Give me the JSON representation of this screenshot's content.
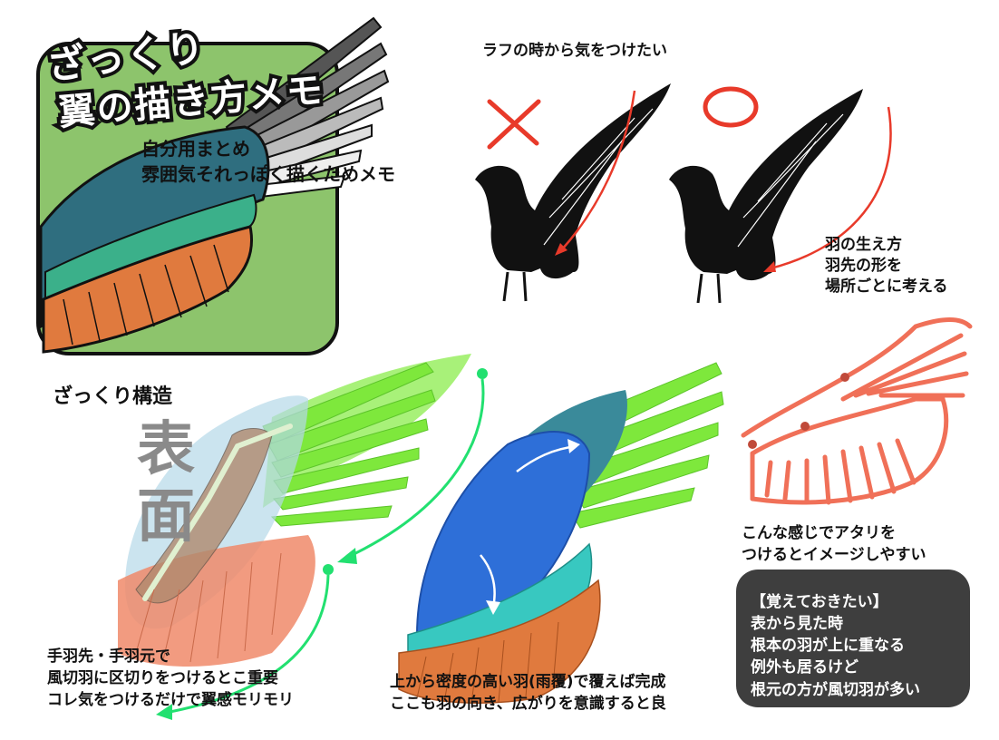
{
  "title": {
    "line1": "ざっくり",
    "line2": "翼の描き方メモ"
  },
  "subtitle": {
    "line1": "自分用まとめ",
    "line2": "雰囲気それっぽく描くためメモ"
  },
  "rough_note": "ラフの時から気をつけたい",
  "marks": {
    "bad": "✕",
    "good": "○"
  },
  "feather_note": [
    "羽の生え方",
    "羽先の形を",
    "場所ごとに考える"
  ],
  "structure_label": "ざっくり構造",
  "surface_label": [
    "表",
    "面"
  ],
  "flight_feather_note": [
    "手羽先・手羽元で",
    "風切羽に区切りをつけるとこ重要",
    "コレ気をつけるだけで翼感モリモリ"
  ],
  "covert_note": [
    "上から密度の高い羽(雨覆)で覆えば完成",
    "ここも羽の向き、広がりを意識すると良"
  ],
  "guide_note": [
    "こんな感じでアタリを",
    "つけるとイメージしやすい"
  ],
  "memo": [
    "【覚えておきたい】",
    "表から見た時",
    "根本の羽が上に重なる",
    "例外も居るけど",
    "根元の方が風切羽が多い"
  ],
  "colors": {
    "green_panel": "#8dc46c",
    "teal": "#2f6e7f",
    "orange": "#e07a3e",
    "lime": "#7ee83c",
    "blue": "#2e6fd8",
    "cyan": "#38c8c0",
    "salmon": "#f08a6a",
    "red": "#e83a2a",
    "memo_bg": "#3e3e3e"
  }
}
